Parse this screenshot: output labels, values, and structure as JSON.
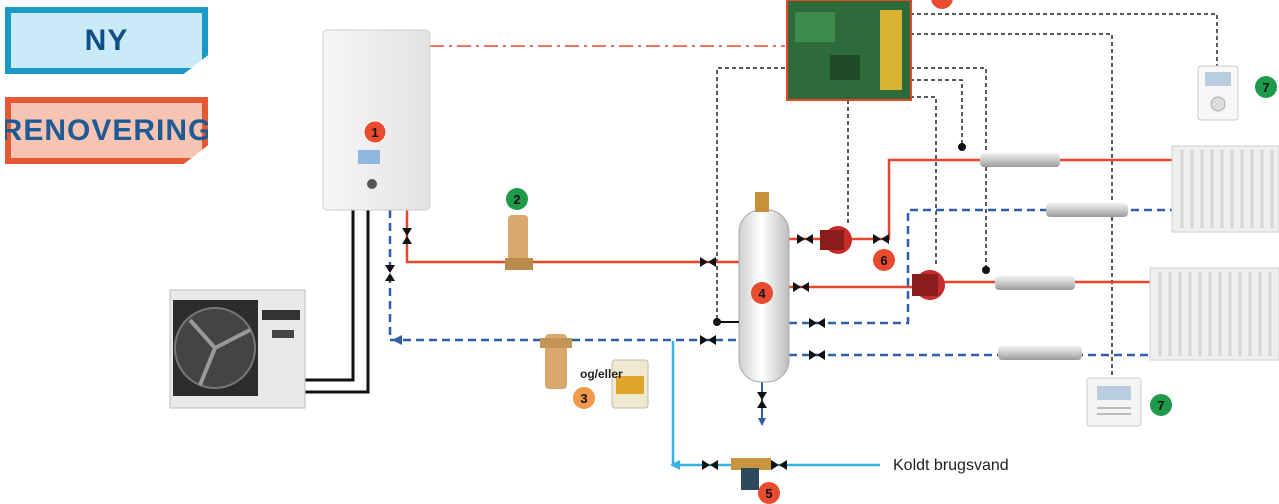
{
  "badges": {
    "ny": "NY",
    "renovering": "RENOVERING"
  },
  "labels": {
    "og_eller": "og/eller",
    "koldt_brugsvand": "Koldt brugsvand"
  },
  "markers": [
    {
      "n": "1",
      "color": "#e84b2e"
    },
    {
      "n": "2",
      "color": "#1f9a4b"
    },
    {
      "n": "3",
      "color": "#f29a4b"
    },
    {
      "n": "4",
      "color": "#e84b2e"
    },
    {
      "n": "5",
      "color": "#e84b2e"
    },
    {
      "n": "6",
      "color": "#e84b2e"
    },
    {
      "n": "7",
      "color": "#1f9a4b"
    },
    {
      "n": "7",
      "color": "#1f9a4b"
    }
  ],
  "colors": {
    "flow": "#e8472a",
    "return": "#2f5fa8",
    "cold_water": "#35b4e6",
    "control": "#222222",
    "power": "#111111"
  },
  "icons": [
    "indoor-unit-icon",
    "outdoor-unit-icon",
    "control-board-icon",
    "buffer-tank-icon",
    "circulation-pump-icon",
    "radiator-icon",
    "manifold-icon",
    "thermostat-icon",
    "remote-controller-icon",
    "valve-icon",
    "magnetic-filter-icon",
    "chemical-canister-icon",
    "safety-valve-icon"
  ]
}
